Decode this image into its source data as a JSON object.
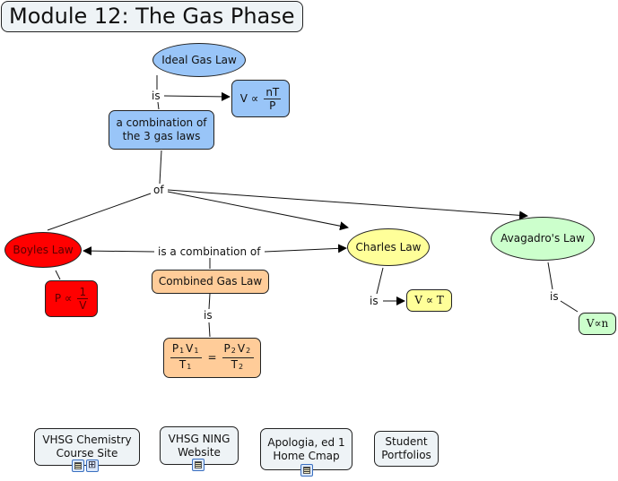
{
  "title": "Module 12: The Gas Phase",
  "colors": {
    "blue": "#99c5f8",
    "red": "#ff0000",
    "orange": "#ffcc99",
    "yellow": "#ffff99",
    "green": "#ccffcc",
    "resource": "#eef3f6"
  },
  "nodes": {
    "ideal_gas_law": "Ideal Gas Law",
    "ideal_formula": {
      "left": "V ∝",
      "num": "nT",
      "den": "P"
    },
    "combination": "a combination of the 3 gas laws",
    "boyles_law": "Boyles Law",
    "boyles_formula": {
      "left": "P ∝",
      "num": "1",
      "den": "V"
    },
    "combined_gas_law": "Combined Gas Law",
    "combined_formula": {
      "p1": "P",
      "v1": "V",
      "t1": "T",
      "s1": "1",
      "p2": "P",
      "v2": "V",
      "t2": "T",
      "s2": "2",
      "eq": "="
    },
    "charles_law": "Charles Law",
    "charles_formula": "V ∝ T",
    "avagadro_law": "Avagadro's Law",
    "avagadro_formula": "V∝n"
  },
  "links": {
    "is_1": "is",
    "of": "of",
    "is_combination_of": "is a combination of",
    "is_2": "is",
    "is_3": "is",
    "is_4": "is"
  },
  "resources": [
    {
      "label": "VHSG Chemistry Course Site",
      "icons": [
        "document-icon",
        "cmap-icon"
      ]
    },
    {
      "label": "VHSG NING Website",
      "icons": [
        "document-icon"
      ]
    },
    {
      "label": "Apologia, ed 1 Home Cmap",
      "icons": [
        "document-icon"
      ]
    },
    {
      "label": "Student Portfolios",
      "icons": []
    }
  ]
}
